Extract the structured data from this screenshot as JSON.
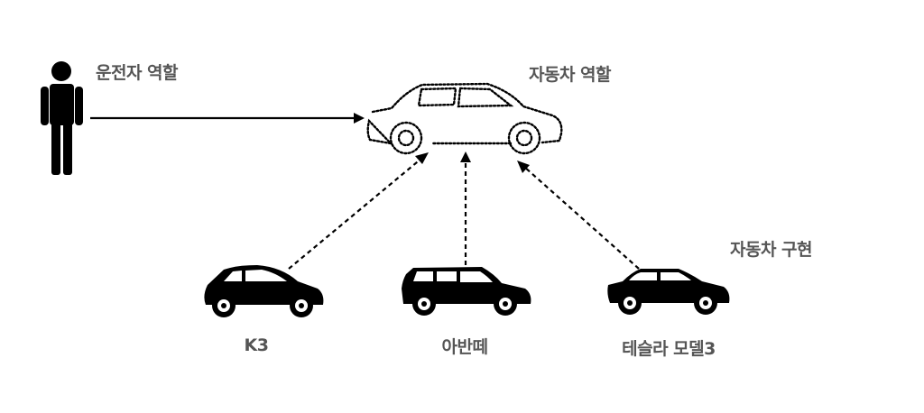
{
  "diagram": {
    "driver_role_label": "운전자 역할",
    "car_role_label": "자동차 역할",
    "car_impl_label": "자동차 구현",
    "implementations": [
      {
        "name": "K3"
      },
      {
        "name": "아반떼"
      },
      {
        "name": "테슬라 모델3"
      }
    ],
    "icons": {
      "driver": "person-icon",
      "car_role": "dotted-car-icon",
      "impl_1": "hatchback-car-icon",
      "impl_2": "wagon-car-icon",
      "impl_3": "sedan-car-icon"
    },
    "colors": {
      "label_text": "#555555",
      "shapes": "#000000",
      "background": "#ffffff"
    }
  }
}
